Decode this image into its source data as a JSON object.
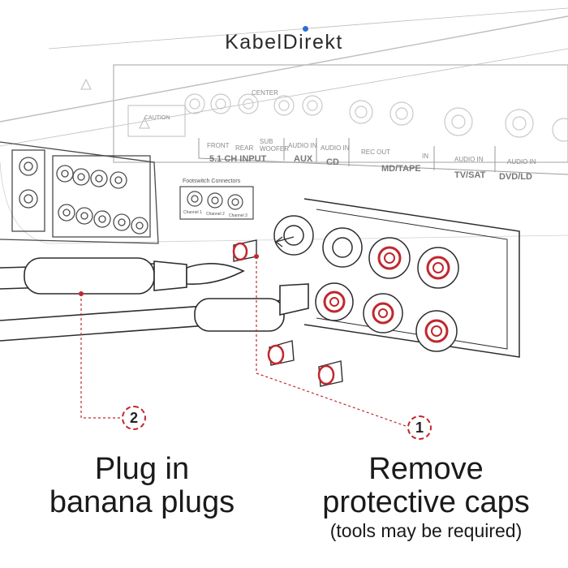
{
  "brand": {
    "name": "KabelDirekt",
    "accent_color": "#2a6fd6"
  },
  "panel_labels": {
    "input_51": "5.1 CH INPUT",
    "front": "FRONT",
    "rear": "REAR",
    "center": "CENTER",
    "sub_woofer": "SUB WOOFER",
    "aux": "AUX",
    "audio_in_aux": "AUDIO IN",
    "cd": "CD",
    "audio_in_cd": "AUDIO IN",
    "md_tape": "MD/TAPE",
    "rec_out": "REC OUT",
    "in": "IN",
    "tv_sat": "TV/SAT",
    "audio_in_tv": "AUDIO IN",
    "dvd_ld": "DVD/LD",
    "audio_in_dvd": "AUDIO IN",
    "caution": "CAUTION",
    "footswitch": "Footswitch Connectors",
    "channel_1": "Channel 1",
    "channel_2": "Channel 2",
    "channel_3": "Channel 3"
  },
  "steps": [
    {
      "number": "1",
      "title": "Remove",
      "title_line2": "protective caps",
      "note": "(tools may be required)"
    },
    {
      "number": "2",
      "title": "Plug in",
      "title_line2": "banana plugs"
    }
  ],
  "colors": {
    "callout": "#c0282d",
    "line": "#3a3a3a",
    "faded": "#b5b5b5"
  }
}
